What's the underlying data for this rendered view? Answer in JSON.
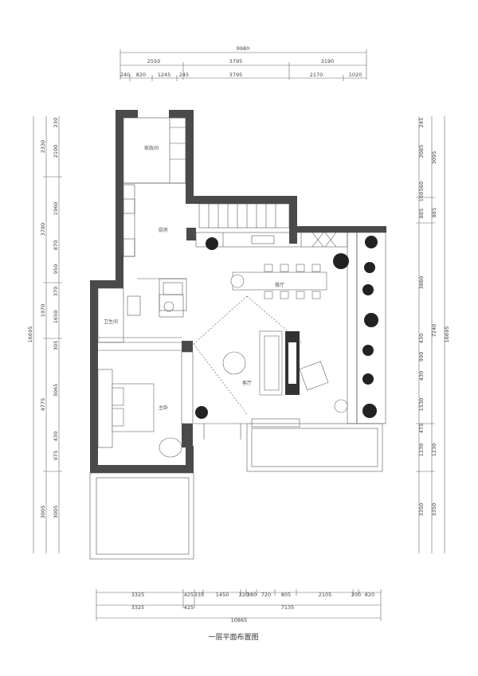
{
  "title": "一层平面布置图",
  "rooms": {
    "laundry": "家政间",
    "kitchen": "厨房",
    "dining": "餐厅",
    "bathroom": "卫生间",
    "living": "客厅",
    "master_bedroom": "主卧"
  },
  "dims": {
    "top_total": "9980",
    "top_mid": [
      "2550",
      "3795",
      "3190"
    ],
    "top_detail": [
      "240",
      "820",
      "1245",
      "245",
      "3795",
      "2170",
      "1020"
    ],
    "bottom_detail": [
      "3325",
      "425",
      "335",
      "1450",
      "220",
      "380",
      "720",
      "805",
      "2105",
      "200",
      "820"
    ],
    "bottom_mid": [
      "3325",
      "425",
      "7135"
    ],
    "bottom_total": "10865",
    "left_total": "16695",
    "left_mid": [
      "2330",
      "3780",
      "1970",
      "4775",
      "3005"
    ],
    "left_detail": [
      "230",
      "2100",
      "1960",
      "870",
      "950",
      "370",
      "1650",
      "305",
      "3065",
      "430",
      "975",
      "3005"
    ],
    "right_total": "16695",
    "right_mid": [
      "3095",
      "885",
      "7240",
      "1230",
      "3350"
    ],
    "right_detail": [
      "245",
      "2085",
      "560",
      "160",
      "885",
      "3860",
      "430",
      "990",
      "430",
      "1530",
      "475",
      "1230",
      "3350"
    ]
  }
}
